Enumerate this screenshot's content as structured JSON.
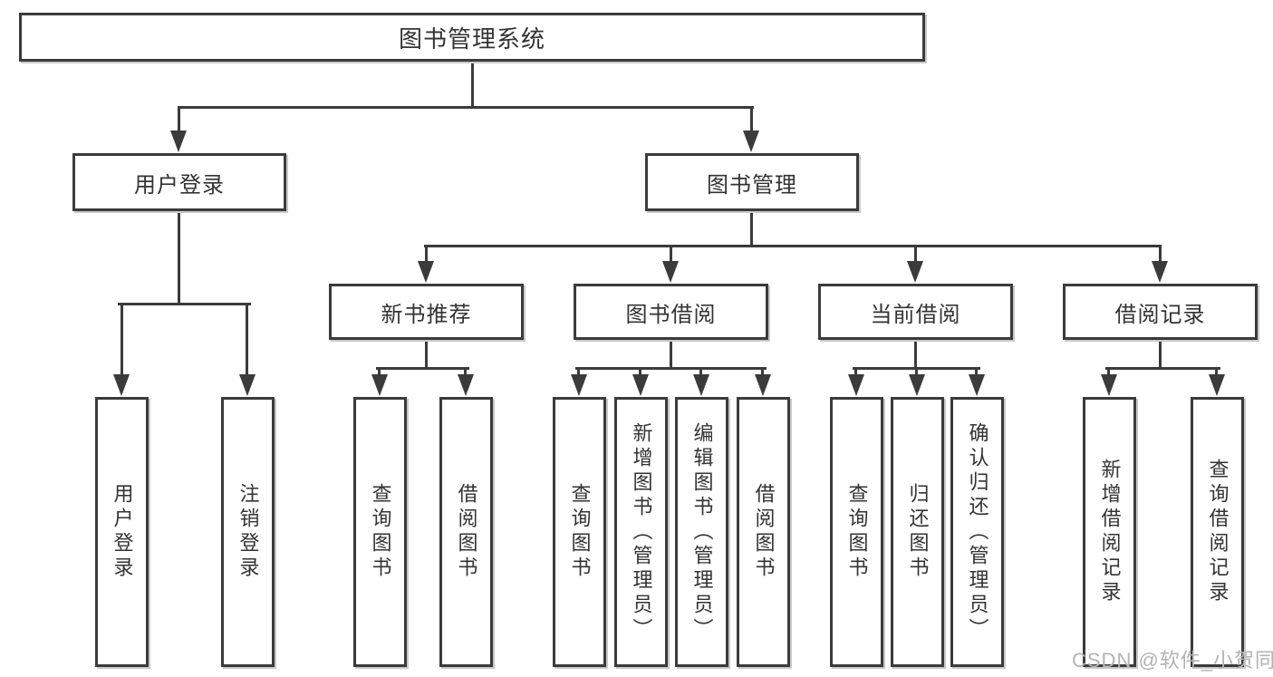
{
  "diagram_type": "functional-structure-tree",
  "colors": {
    "background": "#ffffff",
    "line": "#3b3b3b",
    "text": "#333333",
    "watermark": "#b3b3b3"
  },
  "nodes": {
    "root": "图书管理系统",
    "login": {
      "label": "用户登录",
      "leaves": [
        "用户登录",
        "注销登录"
      ]
    },
    "mgmt": {
      "label": "图书管理"
    },
    "groups": [
      {
        "label": "新书推荐",
        "leaves": [
          "查询图书",
          "借阅图书"
        ]
      },
      {
        "label": "图书借阅",
        "leaves": [
          "查询图书",
          "新增图书（管理员）",
          "编辑图书（管理员）",
          "借阅图书"
        ]
      },
      {
        "label": "当前借阅",
        "leaves": [
          "查询图书",
          "归还图书",
          "确认归还（管理员）"
        ]
      },
      {
        "label": "借阅记录",
        "leaves": [
          "新增借阅记录",
          "查询借阅记录"
        ]
      }
    ]
  },
  "watermark": {
    "text": "CSDN @软件_小贺同学"
  }
}
